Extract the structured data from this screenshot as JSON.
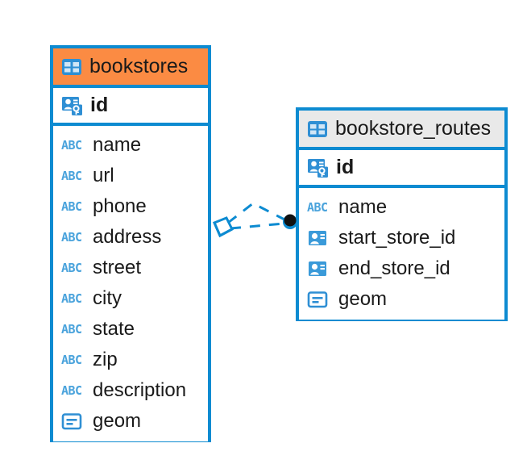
{
  "diagram": {
    "type": "entity-relationship-diagram",
    "background_color": "#ffffff",
    "accent_color": "#0d8bd1",
    "highlight_color": "#fb8b43"
  },
  "entities": [
    {
      "name": "bookstores",
      "header_icon": "table-icon",
      "header_background": "#fb8b43",
      "primary_key": {
        "name": "id",
        "icon": "primary-key-icon"
      },
      "fields": [
        {
          "name": "name",
          "icon": "abc-icon",
          "type_label": "ABC"
        },
        {
          "name": "url",
          "icon": "abc-icon",
          "type_label": "ABC"
        },
        {
          "name": "phone",
          "icon": "abc-icon",
          "type_label": "ABC"
        },
        {
          "name": "address",
          "icon": "abc-icon",
          "type_label": "ABC"
        },
        {
          "name": "street",
          "icon": "abc-icon",
          "type_label": "ABC"
        },
        {
          "name": "city",
          "icon": "abc-icon",
          "type_label": "ABC"
        },
        {
          "name": "state",
          "icon": "abc-icon",
          "type_label": "ABC"
        },
        {
          "name": "zip",
          "icon": "abc-icon",
          "type_label": "ABC"
        },
        {
          "name": "description",
          "icon": "abc-icon",
          "type_label": "ABC"
        },
        {
          "name": "geom",
          "icon": "geometry-icon",
          "type_label": ""
        }
      ]
    },
    {
      "name": "bookstore_routes",
      "header_icon": "table-icon",
      "header_background": "#e9e9e9",
      "primary_key": {
        "name": "id",
        "icon": "primary-key-icon"
      },
      "fields": [
        {
          "name": "name",
          "icon": "abc-icon",
          "type_label": "ABC"
        },
        {
          "name": "start_store_id",
          "icon": "foreign-key-icon",
          "type_label": ""
        },
        {
          "name": "end_store_id",
          "icon": "foreign-key-icon",
          "type_label": ""
        },
        {
          "name": "geom",
          "icon": "geometry-icon",
          "type_label": ""
        }
      ]
    }
  ],
  "relationship": {
    "source_endpoint": "diamond-endpoint",
    "target_endpoint": "filled-circle-endpoint",
    "line_style": "dashed",
    "line_color": "#0d8bd1"
  }
}
